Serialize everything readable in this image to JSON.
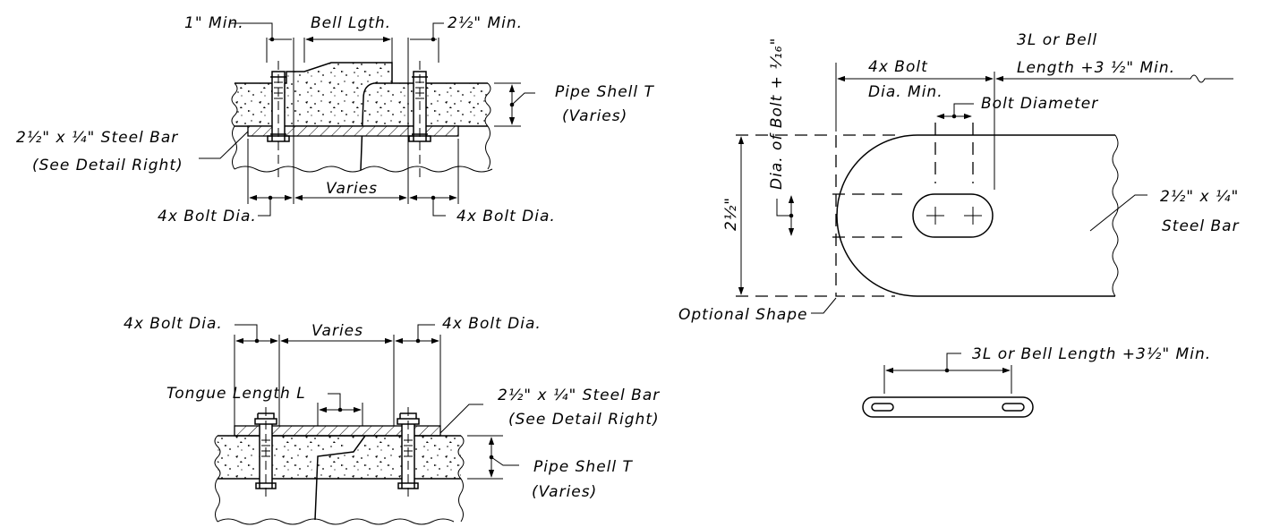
{
  "colors": {
    "ink": "#000000",
    "background": "#ffffff"
  },
  "top_detail": {
    "one_inch_min": "1\" Min.",
    "bell_length": "Bell Lgth.",
    "two_half_min": "2½\" Min.",
    "pipe_shell_t": "Pipe Shell T",
    "varies_paren": "(Varies)",
    "steel_bar": "2½\" x ¼\" Steel Bar",
    "see_detail": "(See Detail Right)",
    "varies": "Varies",
    "bolt_dia_left": "4x Bolt Dia.",
    "bolt_dia_right": "4x Bolt Dia."
  },
  "bottom_detail": {
    "bolt_dia_left": "4x Bolt Dia.",
    "varies": "Varies",
    "bolt_dia_right": "4x Bolt Dia.",
    "tongue_length": "Tongue Length L",
    "steel_bar": "2½\" x ¼\" Steel Bar",
    "see_detail": "(See Detail Right)",
    "pipe_shell_t": "Pipe Shell T",
    "varies_paren": "(Varies)"
  },
  "bar_detail": {
    "three_l_line1": "3L or Bell",
    "three_l_line2": "Length +3 ½\" Min.",
    "four_bolt_line1": "4x Bolt",
    "four_bolt_line2": "Dia. Min.",
    "bolt_diameter": "Bolt Diameter",
    "dia_of_bolt": "Dia. of Bolt + ¹⁄₁₆\"",
    "two_half": "2½\"",
    "steel_bar_line1": "2½\" x ¼\"",
    "steel_bar_line2": "Steel Bar",
    "optional_shape": "Optional Shape",
    "strap_length": "3L or Bell Length +3½\" Min."
  }
}
